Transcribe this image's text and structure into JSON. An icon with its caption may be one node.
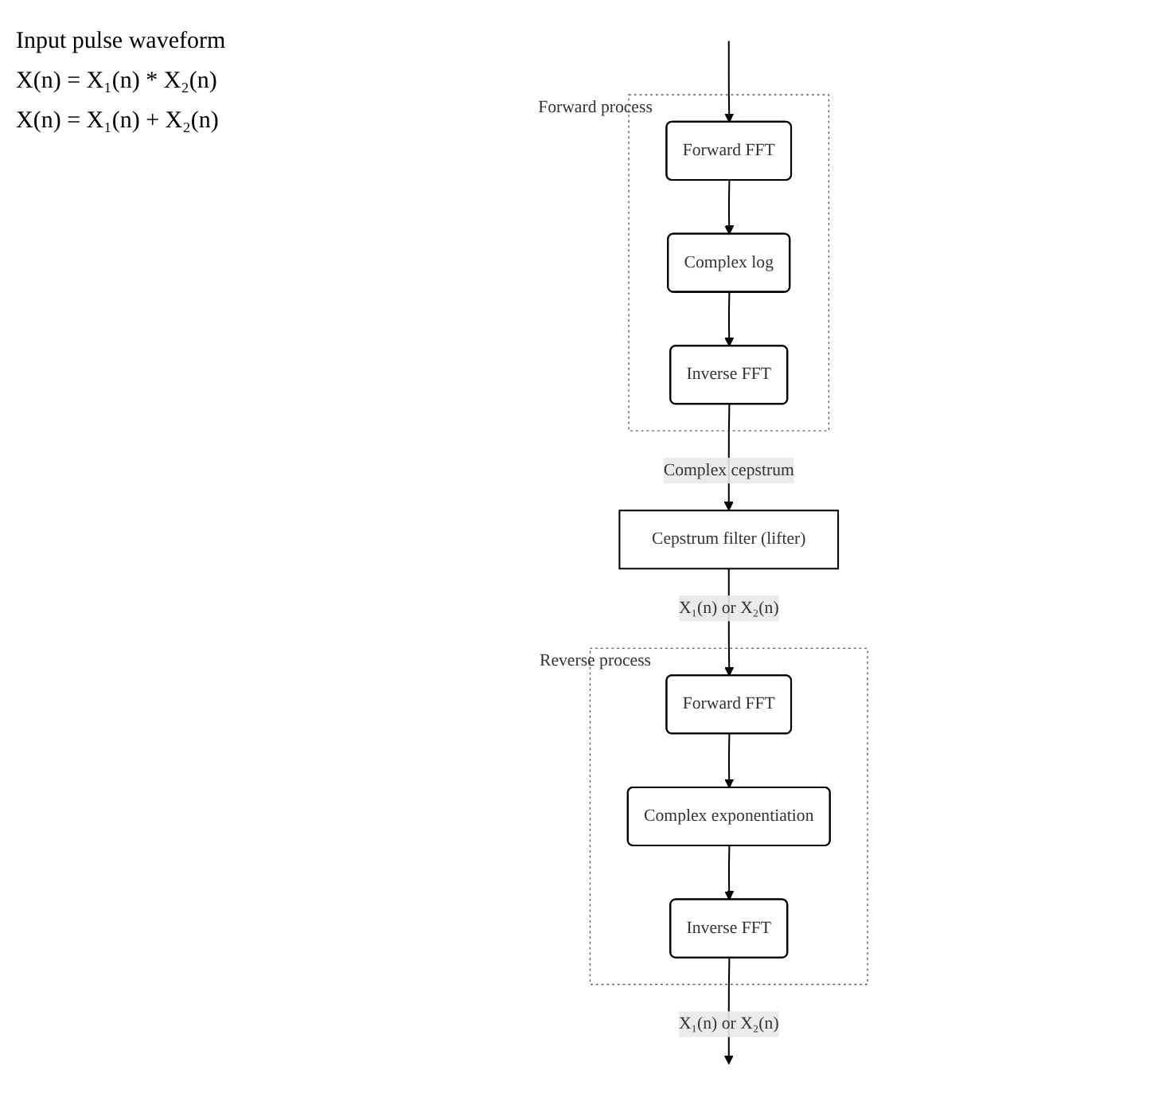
{
  "diagram": {
    "nodes": [
      {
        "text": [
          "Forward process"
        ]
      },
      {
        "text": [
          "Forward FFT"
        ],
        "in": 0
      },
      {
        "text": [
          "Complex log"
        ],
        "in": 0
      },
      {
        "text": [
          "Inverse FFT"
        ],
        "in": 0
      },
      {
        "text": [
          "Cepstrum filter (lifter)"
        ]
      },
      {
        "text": [
          "Reverse process"
        ]
      },
      {
        "text": [
          "Forward FFT"
        ],
        "in": 5
      },
      {
        "text": [
          "Complex exponentiation"
        ],
        "in": 5
      },
      {
        "text": [
          "Inverse FFT"
        ],
        "in": 5
      }
    ],
    "edges": [
      {
        "from": null,
        "to": 1,
        "arrow": "to"
      },
      {
        "from": 1,
        "to": 2,
        "arrow": "to"
      },
      {
        "from": 2,
        "to": 3,
        "arrow": "to"
      },
      {
        "from": 3,
        "to": 4,
        "arrow": "to",
        "label": "Complex cepstrum"
      },
      {
        "from": 4,
        "to": 6,
        "arrow": "to",
        "label": "X₁(n) or X₂(n)"
      },
      {
        "from": 6,
        "to": 7,
        "arrow": "to"
      },
      {
        "from": 7,
        "to": 8,
        "arrow": "to"
      },
      {
        "from": 8,
        "to": null,
        "arrow": "to",
        "label": "X₁(n) or X₂(n)"
      }
    ],
    "labels": [
      "Input pulse waveform",
      "X(n) = X₁(n) * X₂(n)",
      "X(n) = X₁(n) + X₂(n)"
    ]
  }
}
